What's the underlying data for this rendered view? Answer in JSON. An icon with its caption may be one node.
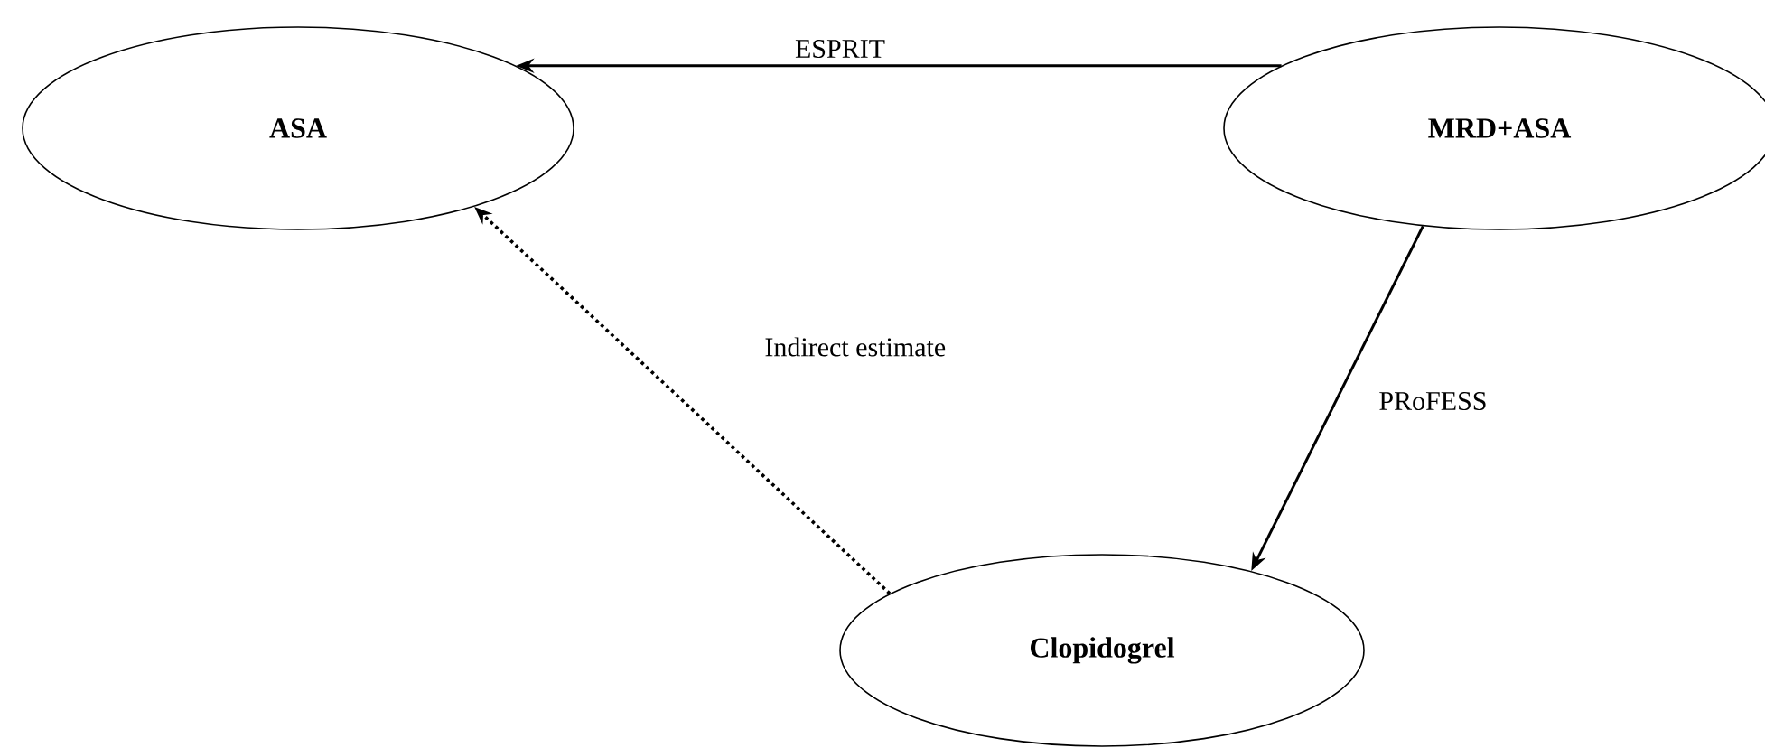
{
  "diagram": {
    "nodes": [
      {
        "text": [
          "ASA"
        ]
      },
      {
        "text": [
          "MRD+ASA"
        ]
      },
      {
        "text": [
          "Clopidogrel"
        ]
      }
    ],
    "edges": [
      {
        "from": 1,
        "to": 0,
        "arrow": "to",
        "label": "ESPRIT"
      },
      {
        "from": 1,
        "to": 2,
        "arrow": "to",
        "label": "PRoFESS"
      },
      {
        "from": 2,
        "to": 0,
        "arrow": "to",
        "label": "Indirect estimate",
        "style": "dashed"
      }
    ]
  }
}
